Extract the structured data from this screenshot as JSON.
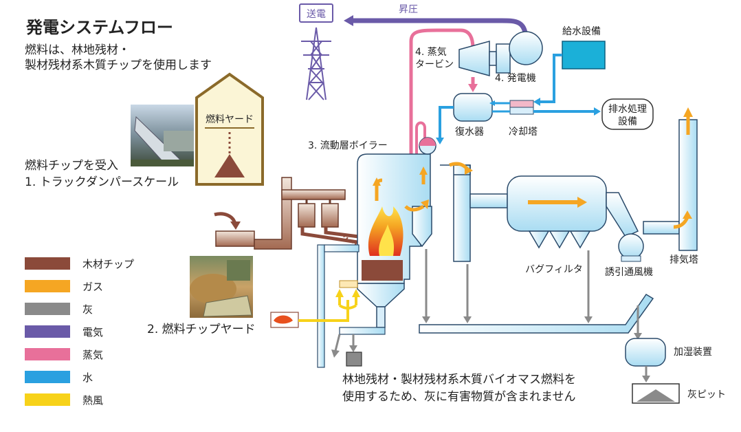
{
  "title": "発電システムフロー",
  "subtitle_line1": "燃料は、林地残材・",
  "subtitle_line2": "製材残材系木質チップを使用します",
  "labels": {
    "transmission": "送電",
    "step_up": "昇圧",
    "water_supply": "給水設備",
    "steam_turbine_line1": "4. 蒸気",
    "steam_turbine_line2": "タービン",
    "generator": "4. 発電機",
    "wastewater_line1": "排水処理",
    "wastewater_line2": "設備",
    "condenser": "復水器",
    "cooling_tower": "冷却塔",
    "fluidized_bed_boiler": "3. 流動層ボイラー",
    "fuel_yard": "燃料ヤード",
    "receive_chips": "燃料チップを受入",
    "truck_dumper_scale": "1. トラックダンパースケール",
    "bag_filter": "バグフィルタ",
    "induced_draft_fan": "誘引通風機",
    "exhaust_stack": "排気塔",
    "chip_yard": "2. 燃料チップヤード",
    "humidifier": "加湿装置",
    "ash_pit": "灰ピット"
  },
  "note_line1": "林地残材・製材残材系木質バイオマス燃料を",
  "note_line2": "使用するため、灰に有害物質が含まれません",
  "legend": [
    {
      "label": "木材チップ",
      "color": "#8b4a3a"
    },
    {
      "label": "ガス",
      "color": "#f5a623"
    },
    {
      "label": "灰",
      "color": "#8a8a8a"
    },
    {
      "label": "電気",
      "color": "#6a5aa8"
    },
    {
      "label": "蒸気",
      "color": "#e8709a"
    },
    {
      "label": "水",
      "color": "#2aa0e0"
    },
    {
      "label": "熱風",
      "color": "#f7d21a"
    }
  ]
}
